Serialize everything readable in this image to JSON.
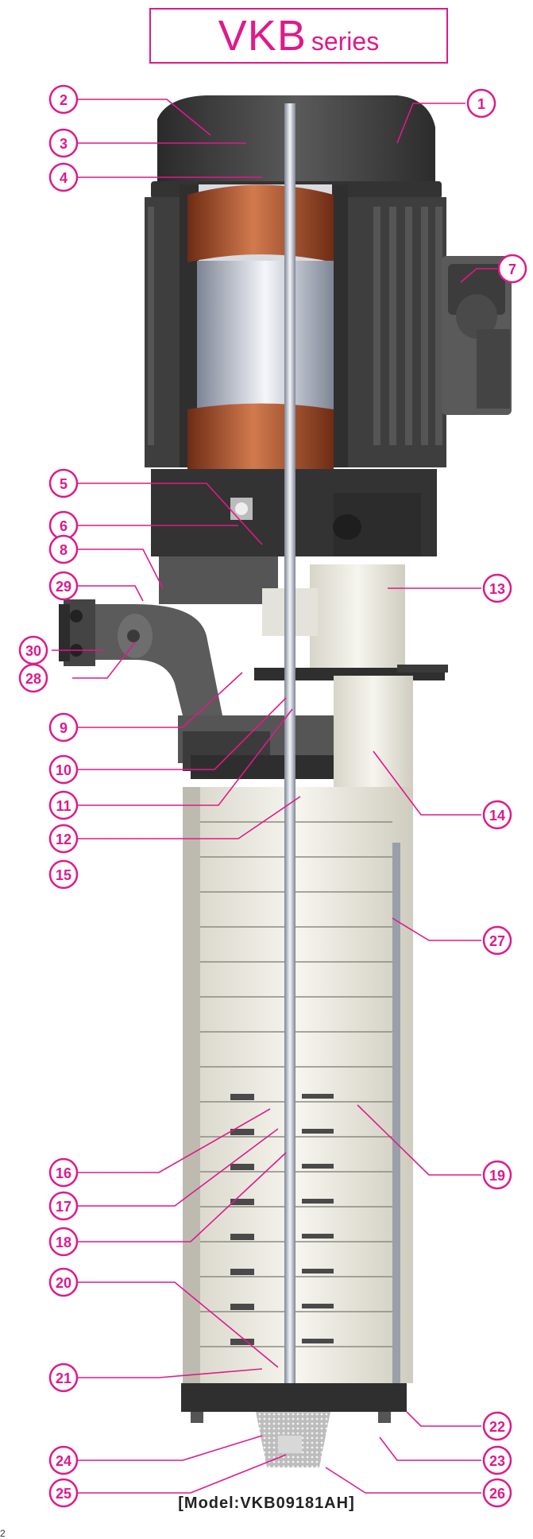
{
  "title": {
    "main": "VKB",
    "sub": "series"
  },
  "caption": "[Model:VKB09181AH]",
  "corner_mark": "2",
  "colors": {
    "accent": "#e0198a",
    "motor_dark": "#3c3c3c",
    "copper": "#b5552e",
    "pump_body": "#efeee6"
  },
  "labels": [
    "1",
    "2",
    "3",
    "4",
    "5",
    "6",
    "7",
    "8",
    "9",
    "10",
    "11",
    "12",
    "13",
    "14",
    "15",
    "16",
    "17",
    "18",
    "19",
    "20",
    "21",
    "22",
    "23",
    "24",
    "25",
    "26",
    "27",
    "28",
    "29",
    "30"
  ]
}
